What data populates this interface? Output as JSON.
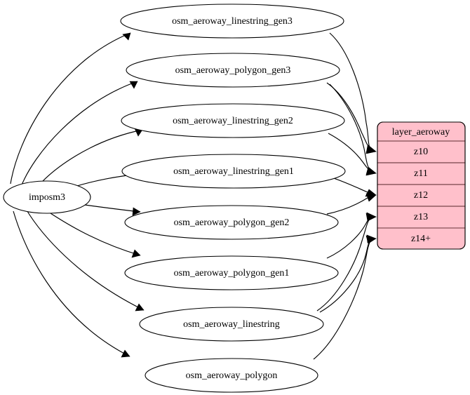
{
  "diagram": {
    "type": "directed-graph",
    "title": "",
    "background_color": "#ffffff",
    "source_node": {
      "id": "imposm3",
      "label": "imposm3",
      "shape": "ellipse",
      "fill_color": "#ffffff",
      "border_color": "#000000"
    },
    "intermediate_nodes": [
      {
        "id": "osm_aeroway_linestring_gen3",
        "label": "osm_aeroway_linestring_gen3",
        "shape": "ellipse"
      },
      {
        "id": "osm_aeroway_polygon_gen3",
        "label": "osm_aeroway_polygon_gen3",
        "shape": "ellipse"
      },
      {
        "id": "osm_aeroway_linestring_gen2",
        "label": "osm_aeroway_linestring_gen2",
        "shape": "ellipse"
      },
      {
        "id": "osm_aeroway_linestring_gen1",
        "label": "osm_aeroway_linestring_gen1",
        "shape": "ellipse"
      },
      {
        "id": "osm_aeroway_polygon_gen2",
        "label": "osm_aeroway_polygon_gen2",
        "shape": "ellipse"
      },
      {
        "id": "osm_aeroway_polygon_gen1",
        "label": "osm_aeroway_polygon_gen1",
        "shape": "ellipse"
      },
      {
        "id": "osm_aeroway_linestring",
        "label": "osm_aeroway_linestring",
        "shape": "ellipse"
      },
      {
        "id": "osm_aeroway_polygon",
        "label": "osm_aeroway_polygon",
        "shape": "ellipse"
      }
    ],
    "target_table": {
      "id": "layer_aeroway",
      "header": "layer_aeroway",
      "fill_color": "#ffc0cb",
      "border_color": "#6b3a3f",
      "rows": [
        {
          "id": "z10",
          "label": "z10"
        },
        {
          "id": "z11",
          "label": "z11"
        },
        {
          "id": "z12",
          "label": "z12"
        },
        {
          "id": "z13",
          "label": "z13"
        },
        {
          "id": "z14",
          "label": "z14+"
        }
      ]
    },
    "edges": [
      {
        "from": "imposm3",
        "to": "osm_aeroway_linestring_gen3"
      },
      {
        "from": "imposm3",
        "to": "osm_aeroway_polygon_gen3"
      },
      {
        "from": "imposm3",
        "to": "osm_aeroway_linestring_gen2"
      },
      {
        "from": "imposm3",
        "to": "osm_aeroway_linestring_gen1"
      },
      {
        "from": "imposm3",
        "to": "osm_aeroway_polygon_gen2"
      },
      {
        "from": "imposm3",
        "to": "osm_aeroway_polygon_gen1"
      },
      {
        "from": "imposm3",
        "to": "osm_aeroway_linestring"
      },
      {
        "from": "imposm3",
        "to": "osm_aeroway_polygon"
      },
      {
        "from": "osm_aeroway_linestring_gen3",
        "to": "z10"
      },
      {
        "from": "osm_aeroway_polygon_gen3",
        "to": "z10"
      },
      {
        "from": "osm_aeroway_linestring_gen2",
        "to": "z11"
      },
      {
        "from": "osm_aeroway_polygon_gen3",
        "to": "z11"
      },
      {
        "from": "osm_aeroway_linestring_gen1",
        "to": "z12"
      },
      {
        "from": "osm_aeroway_polygon_gen2",
        "to": "z12"
      },
      {
        "from": "osm_aeroway_polygon_gen1",
        "to": "z13"
      },
      {
        "from": "osm_aeroway_linestring",
        "to": "z13"
      },
      {
        "from": "osm_aeroway_linestring",
        "to": "z14"
      },
      {
        "from": "osm_aeroway_polygon",
        "to": "z14"
      }
    ]
  }
}
